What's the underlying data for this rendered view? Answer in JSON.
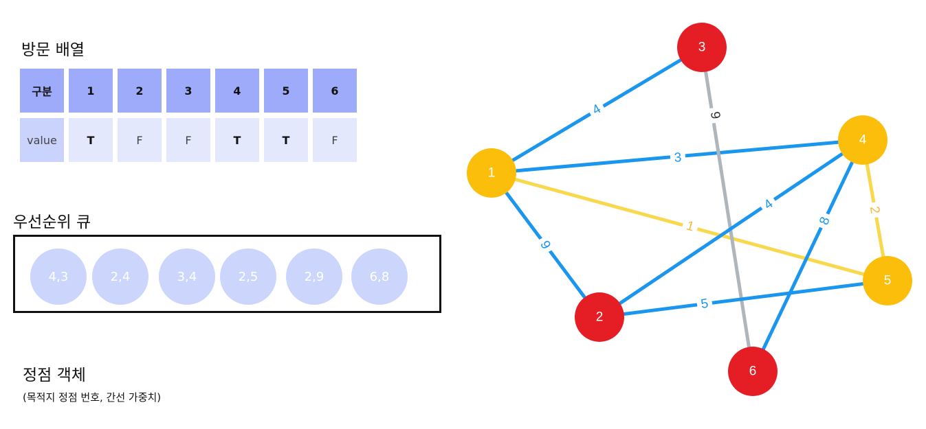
{
  "visited": {
    "title": "방문 배열",
    "header": [
      "구분",
      "1",
      "2",
      "3",
      "4",
      "5",
      "6"
    ],
    "row_label": "value",
    "values": [
      "T",
      "F",
      "F",
      "T",
      "T",
      "F"
    ]
  },
  "priority_queue": {
    "title": "우선순위 큐",
    "items": [
      "4,3",
      "2,4",
      "3,4",
      "2,5",
      "2,9",
      "6,8"
    ]
  },
  "vertex_object": {
    "title": "정점 객체",
    "subtitle": "(목적지 정점 번호, 간선 가중치)"
  },
  "graph": {
    "colors": {
      "visited": "#fbbe0a",
      "unvisited": "#e51d25",
      "edge": "#1b96ef",
      "selected_edge": "#f8d84c",
      "gray_edge": "#aeb6bb"
    },
    "nodes": [
      {
        "id": "1",
        "state": "visited"
      },
      {
        "id": "2",
        "state": "unvisited"
      },
      {
        "id": "3",
        "state": "unvisited"
      },
      {
        "id": "4",
        "state": "visited"
      },
      {
        "id": "5",
        "state": "visited"
      },
      {
        "id": "6",
        "state": "unvisited"
      }
    ],
    "edges": [
      {
        "from": "1",
        "to": "3",
        "weight": "4",
        "style": "edge"
      },
      {
        "from": "1",
        "to": "4",
        "weight": "3",
        "style": "edge"
      },
      {
        "from": "1",
        "to": "5",
        "weight": "1",
        "style": "selected_edge"
      },
      {
        "from": "1",
        "to": "2",
        "weight": "9",
        "style": "edge"
      },
      {
        "from": "3",
        "to": "6",
        "weight": "9",
        "style": "gray_edge"
      },
      {
        "from": "2",
        "to": "4",
        "weight": "4",
        "style": "edge"
      },
      {
        "from": "4",
        "to": "6",
        "weight": "8",
        "style": "edge"
      },
      {
        "from": "4",
        "to": "5",
        "weight": "2",
        "style": "selected_edge"
      },
      {
        "from": "2",
        "to": "5",
        "weight": "5",
        "style": "edge"
      }
    ]
  }
}
